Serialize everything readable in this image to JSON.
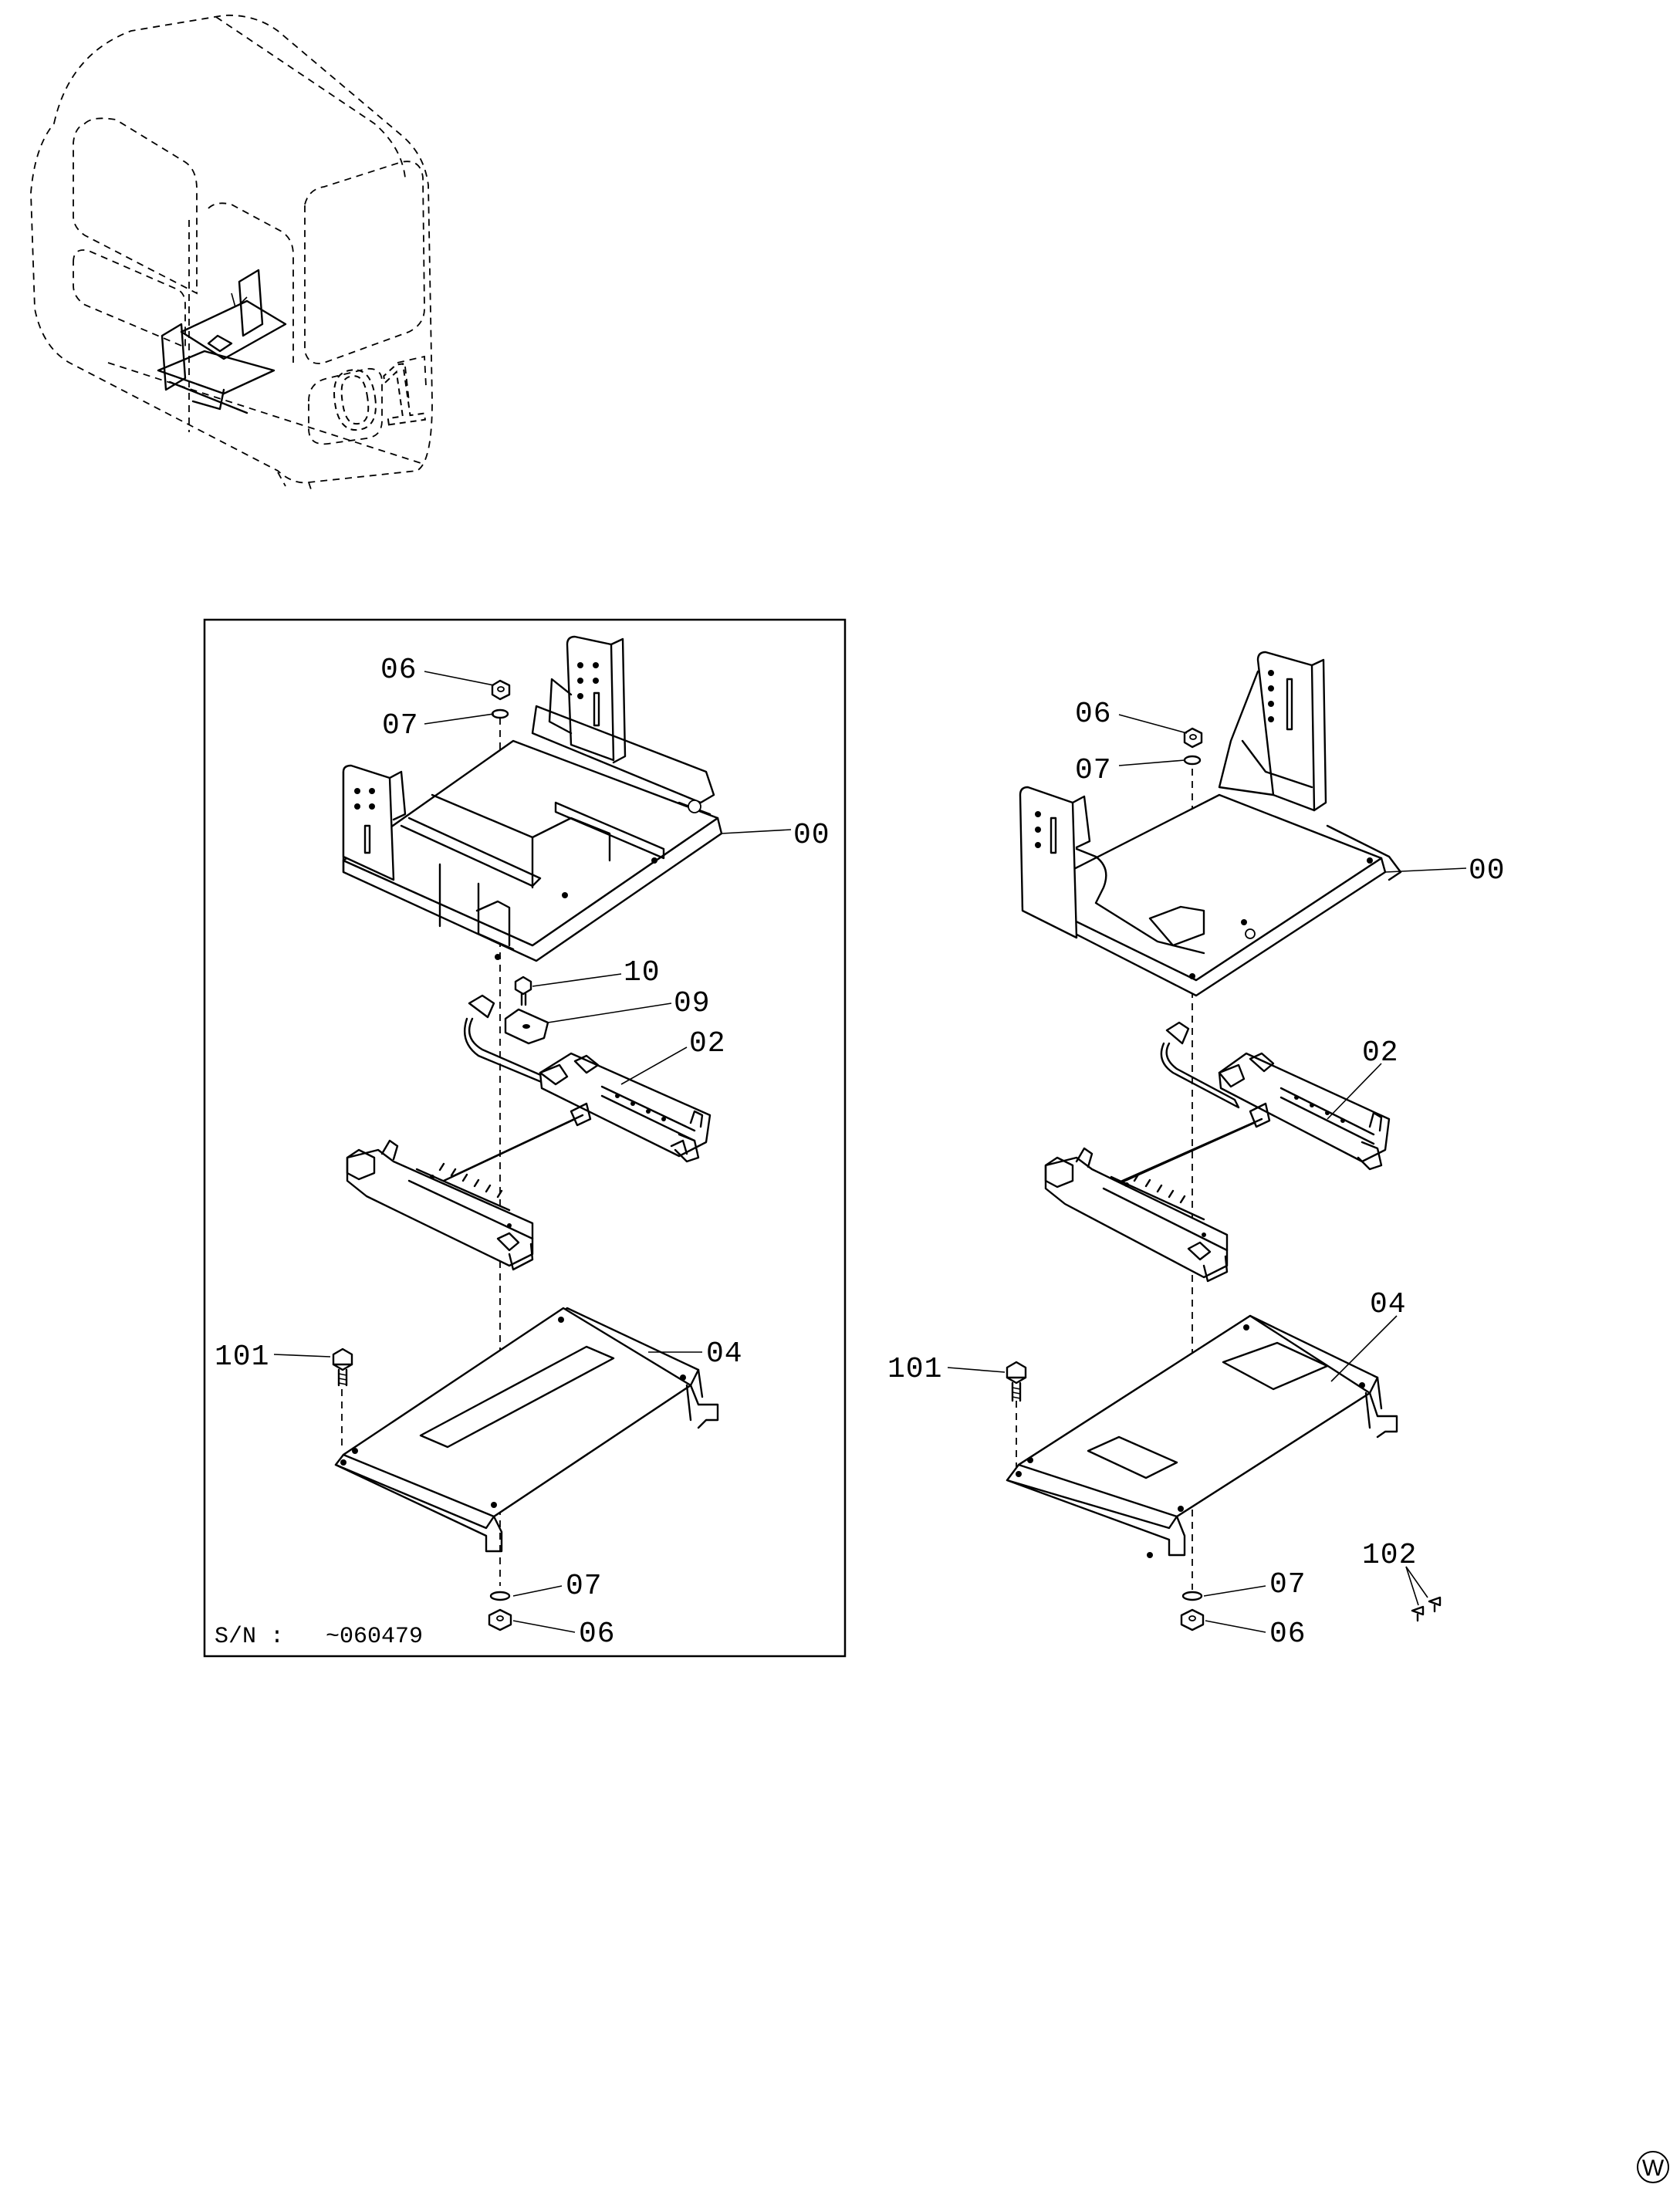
{
  "cab_view": {
    "number_label": "01"
  },
  "left_panel": {
    "serial_prefix": "S/N :",
    "serial_range": "~060479",
    "callouts": {
      "nut_top": "06",
      "washer_top": "07",
      "frame": "00",
      "bolt_small": "10",
      "bracket": "09",
      "rails": "02",
      "bolt_base": "101",
      "base_plate": "04",
      "washer_bottom": "07",
      "nut_bottom": "06"
    }
  },
  "right_panel": {
    "callouts": {
      "nut_top": "06",
      "washer_top": "07",
      "frame": "00",
      "rails": "02",
      "base_plate": "04",
      "bolt_base": "101",
      "screw": "102",
      "washer_bottom": "07",
      "nut_bottom": "06"
    }
  },
  "corner_mark": "W"
}
